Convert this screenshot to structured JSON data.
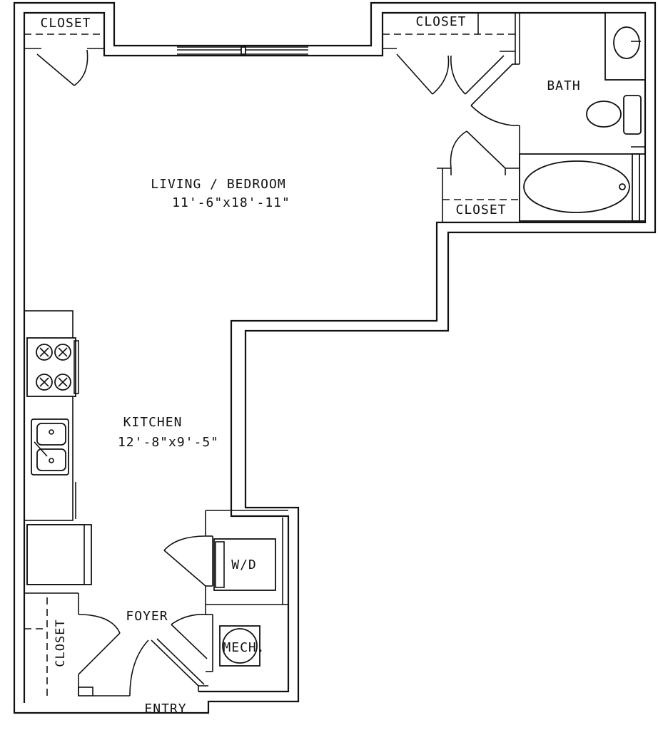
{
  "rooms": {
    "living": {
      "name": "LIVING / BEDROOM",
      "size": "11'-6\"x18'-11\""
    },
    "kitchen": {
      "name": "KITCHEN",
      "size": "12'-8\"x9'-5\""
    },
    "bath": {
      "name": "BATH"
    },
    "foyer": {
      "name": "FOYER"
    },
    "entry": {
      "name": "ENTRY"
    },
    "wd": {
      "name": "W/D"
    },
    "mech": {
      "name": "MECH."
    }
  },
  "closets": {
    "top_left": "CLOSET",
    "top_center": "CLOSET",
    "bath_side": "CLOSET",
    "foyer_side": "CLOSET"
  }
}
